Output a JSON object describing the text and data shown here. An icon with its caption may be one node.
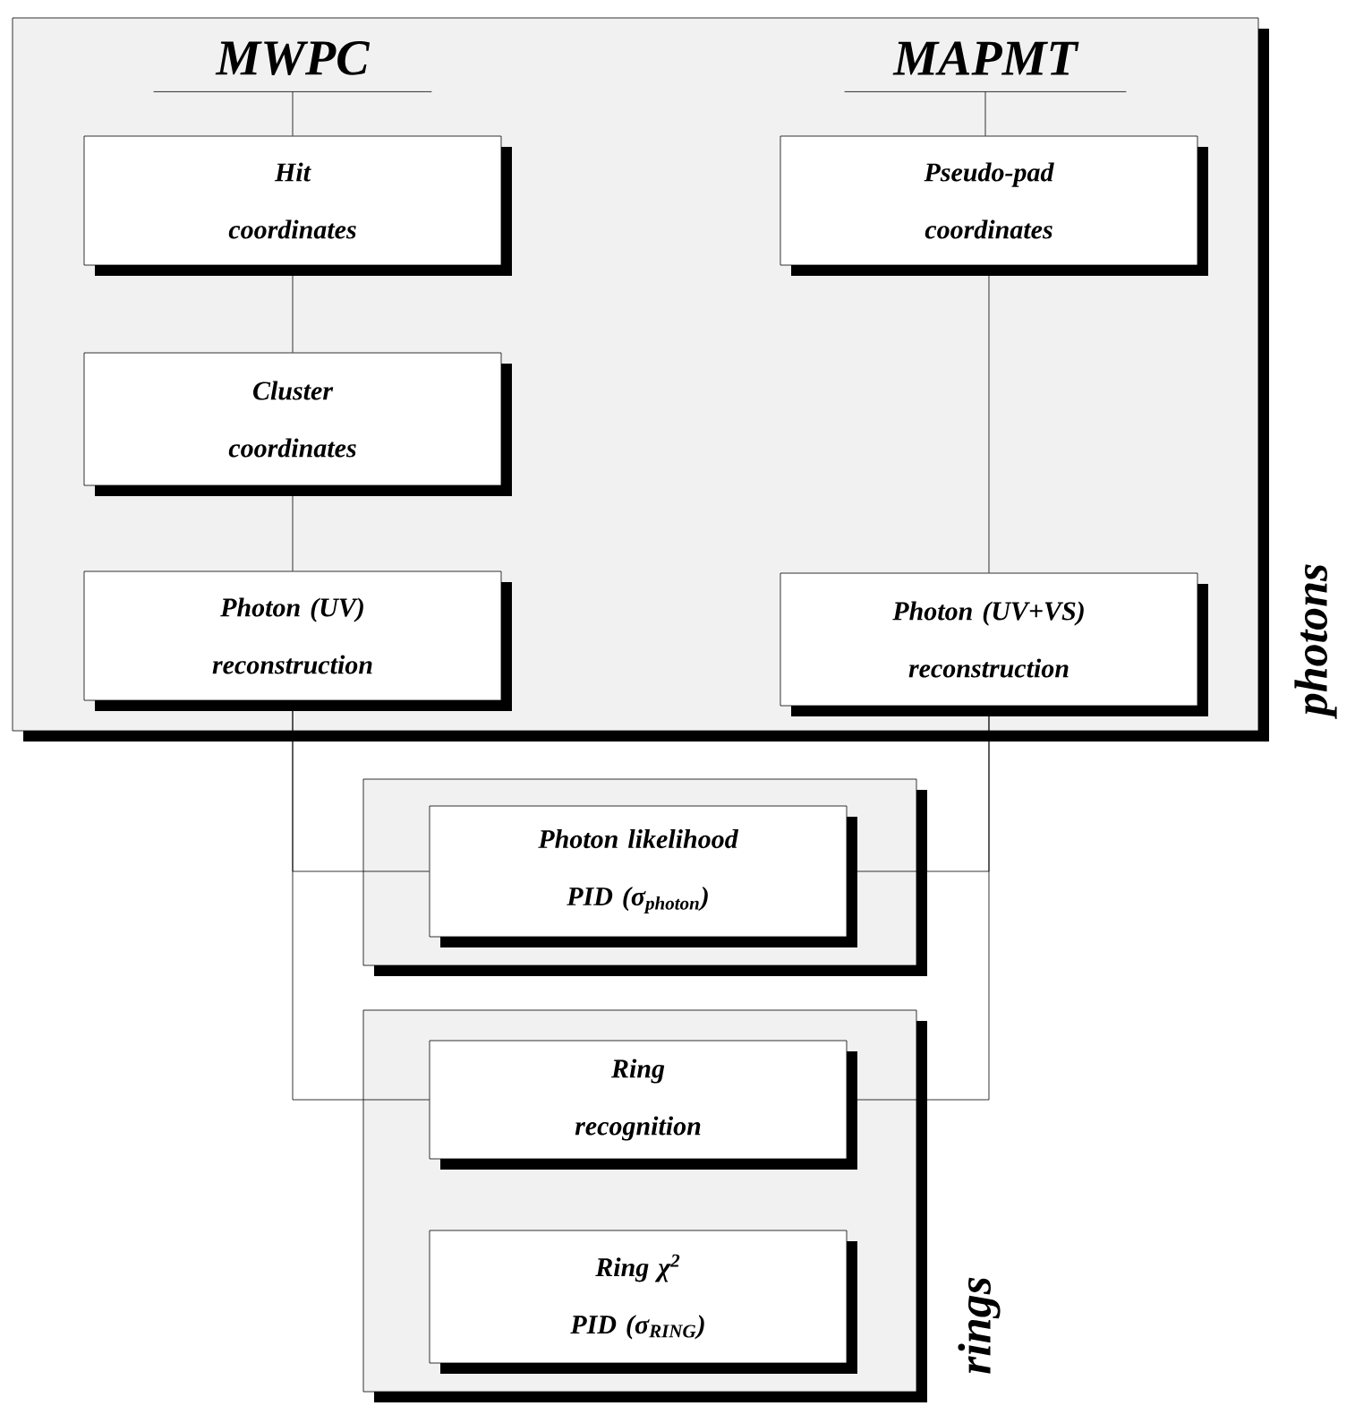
{
  "diagram": {
    "nodes": [
      {
        "text": [
          "photons"
        ]
      },
      {
        "text": [
          "MWPC"
        ],
        "in": 0
      },
      {
        "text": [
          "MAPMT"
        ],
        "in": 0
      },
      {
        "text": [
          "Hit coordinates"
        ],
        "in": 0
      },
      {
        "text": [
          "Cluster coordinates"
        ],
        "in": 0
      },
      {
        "text": [
          "Photon (UV) reconstruction"
        ],
        "in": 0
      },
      {
        "text": [
          "Pseudo-pad coordinates"
        ],
        "in": 0
      },
      {
        "text": [
          "Photon (UV+VS) reconstruction"
        ],
        "in": 0
      },
      {
        "text": [],
        "shape": "box"
      },
      {
        "text": [
          "Photon likelihood PID (σ$_{photon}$)"
        ],
        "in": 8
      },
      {
        "text": [
          "rings"
        ]
      },
      {
        "text": [
          "Ring recognition"
        ],
        "in": 10
      },
      {
        "text": [
          "Ring χ$^{2}$ PID (σ$_{RING}$)"
        ],
        "in": 10
      }
    ],
    "edges": [
      {
        "from": 1,
        "to": 3,
        "arrow": "none"
      },
      {
        "from": 3,
        "to": 4,
        "arrow": "none"
      },
      {
        "from": 4,
        "to": 5,
        "arrow": "none"
      },
      {
        "from": 2,
        "to": 6,
        "arrow": "none"
      },
      {
        "from": 6,
        "to": 7,
        "arrow": "none"
      },
      {
        "from": 5,
        "to": 9,
        "arrow": "none"
      },
      {
        "from": 7,
        "to": 9,
        "arrow": "none"
      },
      {
        "from": 5,
        "to": 11,
        "arrow": "none"
      },
      {
        "from": 7,
        "to": 11,
        "arrow": "none"
      }
    ]
  }
}
